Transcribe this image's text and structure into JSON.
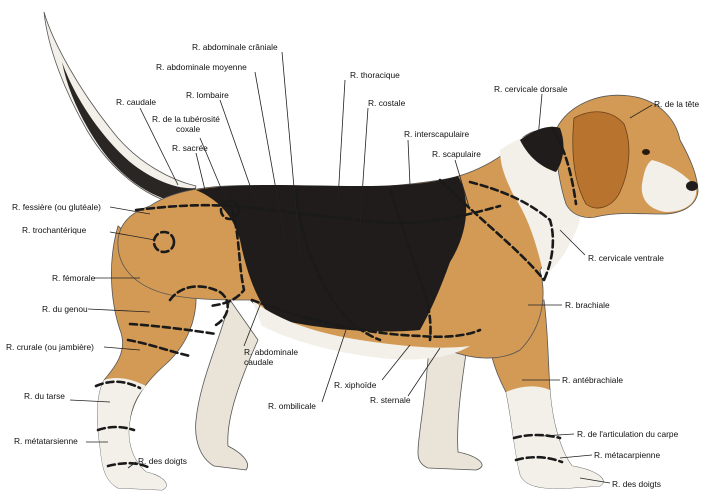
{
  "diagram": {
    "labels": {
      "abdominale_craniale": "R. abdominale crâniale",
      "abdominale_moyenne": "R. abdominale moyenne",
      "thoracique": "R. thoracique",
      "caudale": "R. caudale",
      "lombaire": "R. lombaire",
      "costale": "R. costale",
      "cervicale_dorsale": "R. cervicale dorsale",
      "tete": "R. de la tête",
      "tuberosite_coxale_1": "R. de la tubérosité",
      "tuberosite_coxale_2": "coxale",
      "sacree": "R. sacrée",
      "interscapulaire": "R. interscapulaire",
      "scapulaire": "R. scapulaire",
      "fessiere": "R. fessière (ou glutéale)",
      "trochanterique": "R. trochantérique",
      "cervicale_ventrale": "R. cervicale ventrale",
      "femorale": "R. fémorale",
      "brachiale": "R. brachiale",
      "genou": "R. du genou",
      "crurale": "R. crurale (ou jambière)",
      "abdominale_caudale_1": "R. abdominale",
      "abdominale_caudale_2": "caudale",
      "xiphoide": "R. xiphoïde",
      "antebrachiale": "R. antébrachiale",
      "tarse": "R. du tarse",
      "sternale": "R. sternale",
      "ombilicale": "R. ombilicale",
      "articulation_carpe": "R. de l'articulation du carpe",
      "metatarsienne": "R. métatarsienne",
      "doigts_posterieur": "R. des doigts",
      "metacarpienne": "R. métacarpienne",
      "doigts_anterieur": "R. des doigts"
    },
    "colors": {
      "tan": "#d39a55",
      "tan_dark": "#b8742f",
      "black": "#1c1a1a",
      "white": "#f3f0ea",
      "outline": "#2a2a2a"
    }
  }
}
